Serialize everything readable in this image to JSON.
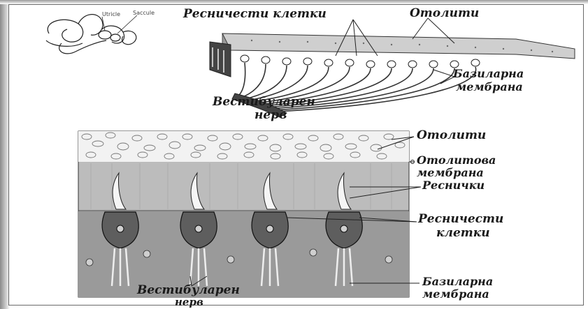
{
  "inset": {
    "utricle": "Utricle",
    "saccule": "Saccule"
  },
  "top": {
    "hair_cells": "Ресничести клетки",
    "otoliths": "Отолити",
    "basilar_line1": "Базиларна",
    "basilar_line2": "мембрана",
    "nerve_line1": "Вестибуларен",
    "nerve_line2": "нерв"
  },
  "bottom": {
    "otoliths": "Отолити",
    "otolith_membrane_line1": "Отолитова",
    "otolith_membrane_line2": "мембрана",
    "cilia": "Реснички",
    "hair_cells_line1": "Ресничести",
    "hair_cells_line2": "клетки",
    "basilar_line1": "Базиларна",
    "basilar_line2": "мембрана",
    "nerve_line1": "Вестибуларен",
    "nerve_line2": "нерв"
  }
}
